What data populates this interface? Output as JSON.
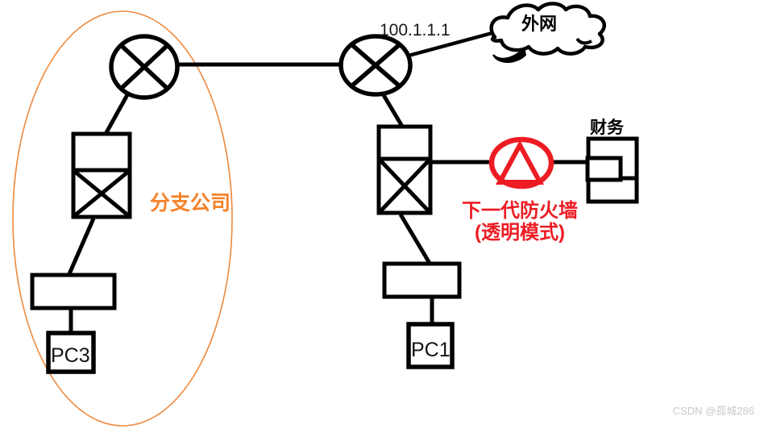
{
  "diagram": {
    "labels": {
      "wan_ip": "100.1.1.1",
      "cloud": "外网",
      "finance": "财务",
      "branch_company": "分支公司",
      "firewall_line1": "下一代防火墙",
      "firewall_line2": "(透明模式)",
      "pc1": "PC1",
      "pc3": "PC3"
    },
    "watermark": "CSDN @孤城286",
    "colors": {
      "line_black": "#000000",
      "firewall_red": "#ED1C24",
      "branch_text_orange": "#F5822A",
      "branch_ellipse_orange": "#ED8A3F",
      "watermark_gray": "#C9C9C9",
      "background": "#FFFFFF"
    },
    "topology": {
      "nodes": [
        {
          "id": "branch-router",
          "type": "router",
          "label": ""
        },
        {
          "id": "hq-router",
          "type": "router",
          "label": "100.1.1.1"
        },
        {
          "id": "internet-cloud",
          "type": "cloud",
          "label": "外网"
        },
        {
          "id": "branch-switch",
          "type": "switch",
          "label": ""
        },
        {
          "id": "hq-switch",
          "type": "switch",
          "label": ""
        },
        {
          "id": "firewall",
          "type": "firewall",
          "label": "下一代防火墙 (透明模式)"
        },
        {
          "id": "finance-host",
          "type": "host",
          "label": "财务"
        },
        {
          "id": "branch-hub",
          "type": "hub",
          "label": ""
        },
        {
          "id": "hq-hub",
          "type": "hub",
          "label": ""
        },
        {
          "id": "pc3",
          "type": "pc",
          "label": "PC3"
        },
        {
          "id": "pc1",
          "type": "pc",
          "label": "PC1"
        }
      ],
      "links": [
        {
          "from": "branch-router",
          "to": "hq-router"
        },
        {
          "from": "hq-router",
          "to": "internet-cloud"
        },
        {
          "from": "branch-router",
          "to": "branch-switch"
        },
        {
          "from": "hq-router",
          "to": "hq-switch"
        },
        {
          "from": "hq-switch",
          "to": "firewall"
        },
        {
          "from": "firewall",
          "to": "finance-host"
        },
        {
          "from": "branch-switch",
          "to": "branch-hub"
        },
        {
          "from": "branch-hub",
          "to": "pc3"
        },
        {
          "from": "hq-switch",
          "to": "hq-hub"
        },
        {
          "from": "hq-hub",
          "to": "pc1"
        }
      ],
      "group": {
        "label": "分支公司",
        "members": [
          "branch-router",
          "branch-switch",
          "branch-hub",
          "pc3"
        ]
      }
    }
  }
}
